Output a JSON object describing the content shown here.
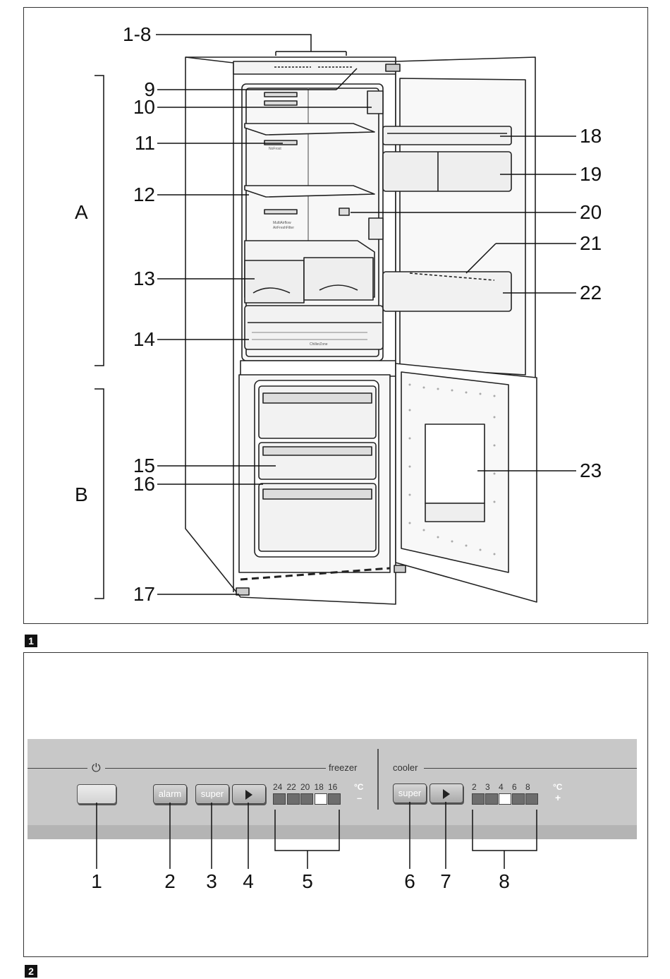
{
  "figure1": {
    "number": "1",
    "callouts": {
      "top": "1-8",
      "n9": "9",
      "n10": "10",
      "n11": "11",
      "n12": "12",
      "n13": "13",
      "n14": "14",
      "n15": "15",
      "n16": "16",
      "n17": "17",
      "n18": "18",
      "n19": "19",
      "n20": "20",
      "n21": "21",
      "n22": "22",
      "n23": "23"
    },
    "sections": {
      "a": "A",
      "b": "B"
    },
    "printed_text": {
      "nofrost": "NoFrost",
      "multiairflow1": "MultiAirflow",
      "multiairflow2": "AirFreshFilter",
      "chiller": "ChillerZone"
    }
  },
  "figure2": {
    "number": "2",
    "panel": {
      "power_symbol": "⏻",
      "freezer_label": "freezer",
      "cooler_label": "cooler",
      "alarm_button": "alarm",
      "super_freezer_button": "super",
      "super_cooler_button": "super",
      "freezer_temps": [
        "24",
        "22",
        "20",
        "18",
        "16"
      ],
      "freezer_active_index": 3,
      "freezer_unit": "°C",
      "freezer_sign": "–",
      "cooler_temps": [
        "2",
        "3",
        "4",
        "6",
        "8"
      ],
      "cooler_active_index": 2,
      "cooler_unit": "°C",
      "cooler_sign": "+"
    },
    "callouts": [
      "1",
      "2",
      "3",
      "4",
      "5",
      "6",
      "7",
      "8"
    ]
  },
  "colors": {
    "panel": "#c8c8c8",
    "panel_band": "#b4b4b4",
    "indicator_off": "#6d6d6d",
    "indicator_on": "#ffffff"
  }
}
